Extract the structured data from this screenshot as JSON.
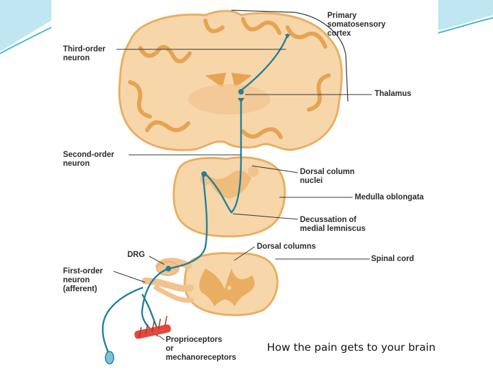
{
  "slide": {
    "caption": "How the pain gets to your brain"
  },
  "labels": {
    "primary_somatosensory_cortex": "Primary\nsomatosensory\ncortex",
    "third_order_neuron": "Third-order\nneuron",
    "thalamus": "Thalamus",
    "second_order_neuron": "Second-order\nneuron",
    "dorsal_column_nuclei": "Dorsal column\nnuclei",
    "medulla_oblongata": "Medulla oblongata",
    "decussation": "Decussation of\nmedial lemniscus",
    "dorsal_columns": "Dorsal columns",
    "spinal_cord": "Spinal cord",
    "drg": "DRG",
    "first_order_neuron": "First-order\nneuron\n(afferent)",
    "proprioceptors": "Proprioceptors\nor\nmechanoreceptors"
  },
  "colors": {
    "tissue": "#f7d6aa",
    "tissue_dark": "#eebd7c",
    "gray_matter": "#e9ae62",
    "neuron": "#1f7f9a",
    "leader": "#333333",
    "receptor": "#e24a3b",
    "frame_accent": "#46b6d3"
  }
}
